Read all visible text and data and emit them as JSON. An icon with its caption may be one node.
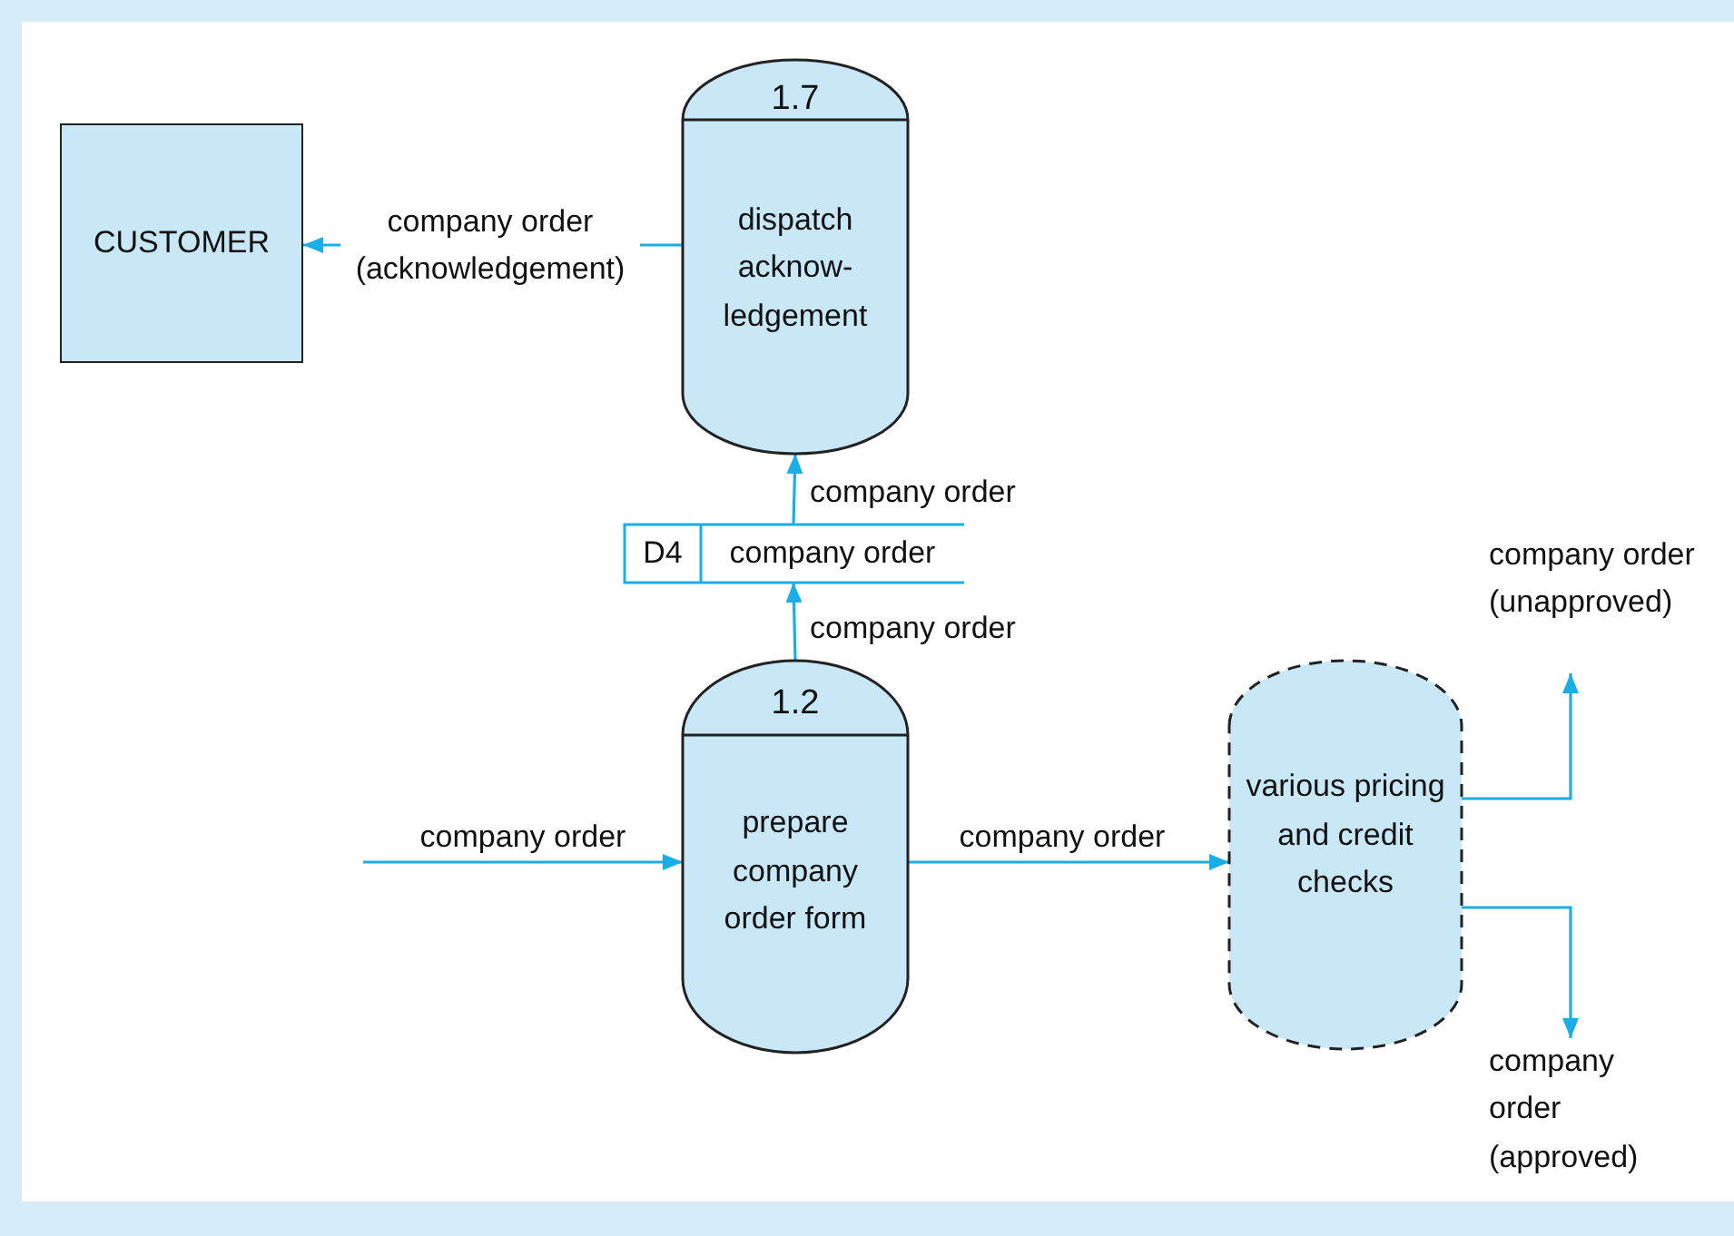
{
  "diagram": {
    "nodes": [
      {
        "text": [
          "CUSTOMER"
        ]
      },
      {
        "text": [
          "1.7",
          "dispatch acknow- ledgement"
        ]
      },
      {
        "text": [
          "D4",
          "company order"
        ]
      },
      {
        "text": [
          "1.2",
          "prepare company order form"
        ]
      },
      {
        "text": [
          "various pricing and credit checks"
        ]
      },
      {
        "text": [
          "company order (unapproved)"
        ]
      },
      {
        "text": [
          "company order (approved)"
        ]
      }
    ],
    "edges": [
      {
        "from": 1,
        "to": 0,
        "arrow": "to",
        "label": "company order (acknowledgement)"
      },
      {
        "from": 2,
        "to": 1,
        "arrow": "to",
        "label": "company order"
      },
      {
        "from": 3,
        "to": 2,
        "arrow": "to",
        "label": "company order"
      },
      {
        "from": null,
        "to": 3,
        "arrow": "to",
        "label": "company order"
      },
      {
        "from": 3,
        "to": 4,
        "arrow": "to",
        "label": "company order"
      },
      {
        "from": 4,
        "to": 5,
        "arrow": "to"
      },
      {
        "from": 4,
        "to": 6,
        "arrow": "to"
      }
    ]
  }
}
